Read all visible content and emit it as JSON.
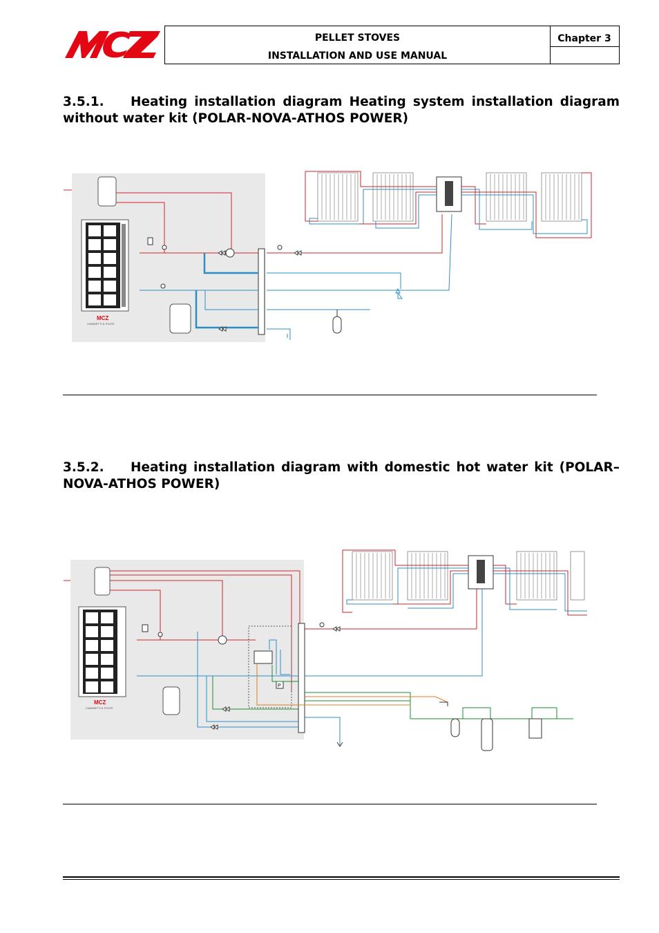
{
  "header": {
    "logo_text": "MCZ",
    "title_line1": "PELLET STOVES",
    "title_line2": "INSTALLATION AND USE MANUAL",
    "chapter": "Chapter 3"
  },
  "sections": [
    {
      "number": "3.5.1.",
      "title": "Heating installation diagram Heating system installation diagram without water kit (POLAR-NOVA-ATHOS POWER)"
    },
    {
      "number": "3.5.2.",
      "title": "Heating installation diagram with domestic hot water kit (POLAR–NOVA-ATHOS POWER)"
    }
  ],
  "diagram_labels": {
    "stove_brand": "MCZ",
    "stove_caption": "CAMINETTI & STUFE",
    "heat_exchanger_label": "P"
  },
  "colors": {
    "brand_red": "#e30613",
    "hot_line": "#d2232a",
    "cold_line": "#2b8fc6",
    "dhw_green": "#1c8b2e",
    "dhw_orange": "#e07b1a",
    "panel_bg": "#e9e9e9"
  }
}
